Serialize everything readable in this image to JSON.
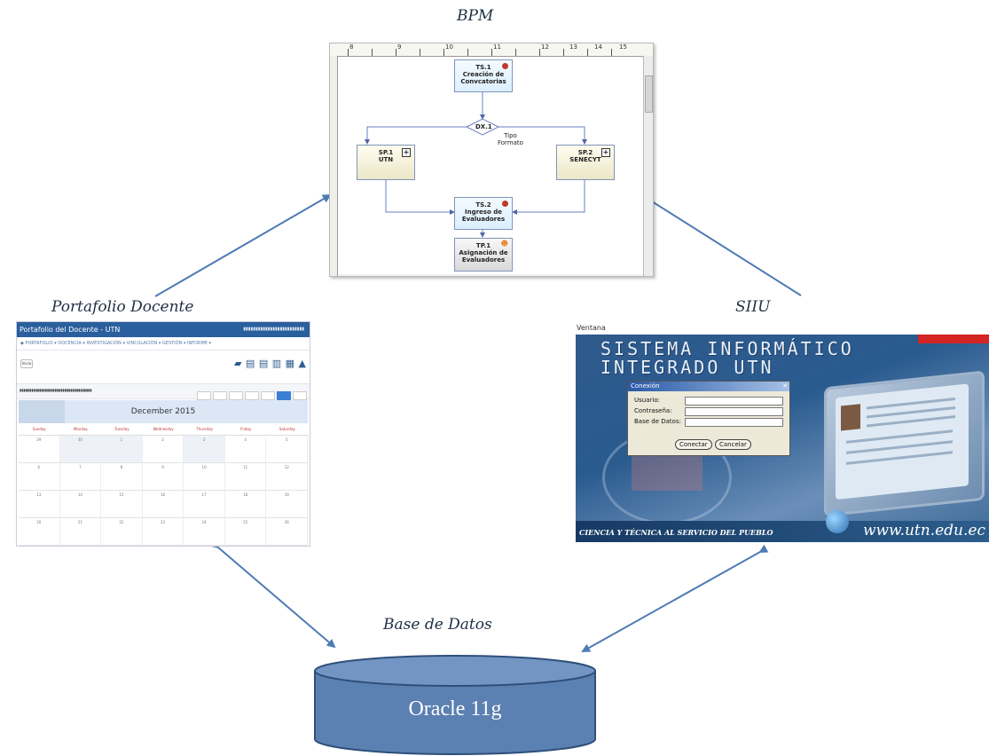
{
  "labels": {
    "bpm": "BPM",
    "portafolio": "Portafolio Docente",
    "siiu": "SIIU",
    "database": "Base de Datos"
  },
  "database": {
    "name": "Oracle 11g",
    "color": "#5b80b2"
  },
  "bpm": {
    "ruler_numbers": [
      "8",
      "9",
      "10",
      "11",
      "12",
      "13",
      "14",
      "15"
    ],
    "nodes": {
      "ts1": {
        "id": "TS.1",
        "text": "Creación de Convcatorias"
      },
      "dx1": {
        "id": "DX.1"
      },
      "gateway_label": "Tipo\nFormato",
      "sp1": {
        "id": "SP.1",
        "text": "UTN"
      },
      "sp2": {
        "id": "SP.2",
        "text": "SENECYT"
      },
      "ts2": {
        "id": "TS.2",
        "text": "Ingreso de Evaluadores"
      },
      "tp1": {
        "id": "TP.1",
        "text": "Asignación de Evaluadores"
      }
    }
  },
  "portafolio": {
    "title": "Portafolio del Docente - UTN",
    "nav": "◆  PORTAFOLIO ▾   DOCENCIA ▾   INVESTIGACIÓN ▾   VINCULACIÓN ▾   GESTIÓN ▾   INFORME ▾",
    "home": "Inicio",
    "calendar_title": "December 2015",
    "weekdays": [
      "Sunday",
      "Monday",
      "Tuesday",
      "Wednesday",
      "Thursday",
      "Friday",
      "Saturday"
    ],
    "weeks": [
      [
        "29",
        "30",
        "1",
        "2",
        "3",
        "4",
        "5"
      ],
      [
        "6",
        "7",
        "8",
        "9",
        "10",
        "11",
        "12"
      ],
      [
        "13",
        "14",
        "15",
        "16",
        "17",
        "18",
        "19"
      ],
      [
        "20",
        "21",
        "22",
        "23",
        "24",
        "25",
        "26"
      ]
    ]
  },
  "siiu": {
    "window_label": "Ventana",
    "title_line1": "SISTEMA INFORMÁTICO",
    "title_line2": "INTEGRADO UTN",
    "slogan": "CIENCIA Y TÉCNICA AL SERVICIO DEL PUEBLO",
    "url": "www.utn.edu.ec",
    "dialog": {
      "title": "Conexión",
      "fields": [
        "Usuario:",
        "Contraseña:",
        "Base de Datos:"
      ],
      "connect": "Conectar",
      "cancel": "Cancelar"
    }
  }
}
